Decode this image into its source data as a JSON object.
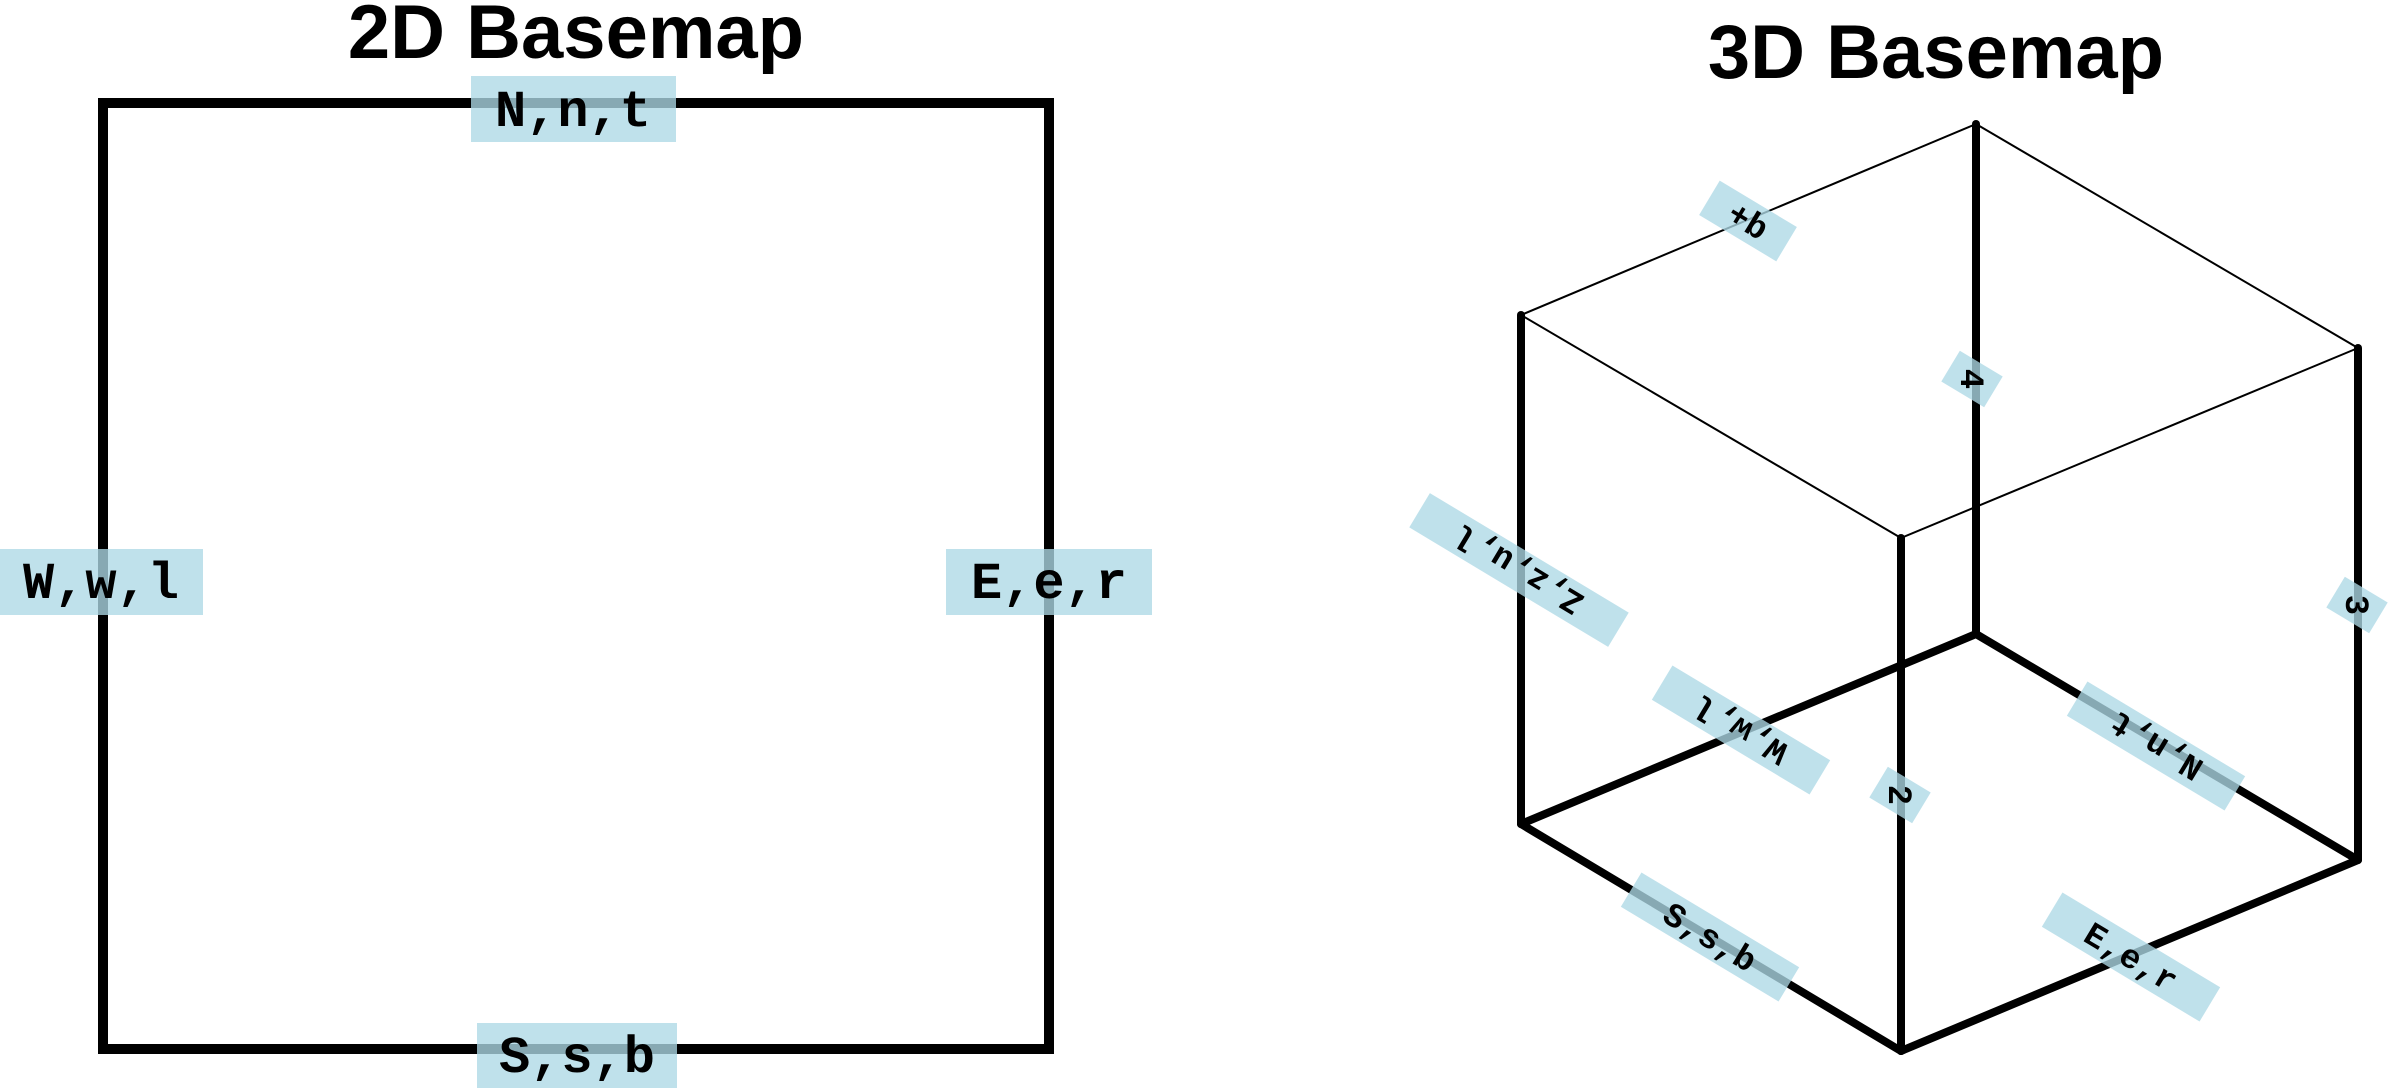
{
  "diagram_2d": {
    "title": "2D Basemap",
    "labels": {
      "north": "N,n,t",
      "south": "S,s,b",
      "west": "W,w,l",
      "east": "E,e,r"
    }
  },
  "diagram_3d": {
    "title": "3D Basemap",
    "labels": {
      "top": "+b",
      "vertical_back": "4",
      "vertical_front": "2",
      "vertical_right": "3",
      "z_axis": "Z,z,u,l",
      "west": "W,w,l",
      "north": "N,n,t",
      "south": "S,s,b",
      "east": "E,e,r"
    }
  },
  "colors": {
    "label_box": "#add8e6",
    "stroke": "#000000"
  }
}
